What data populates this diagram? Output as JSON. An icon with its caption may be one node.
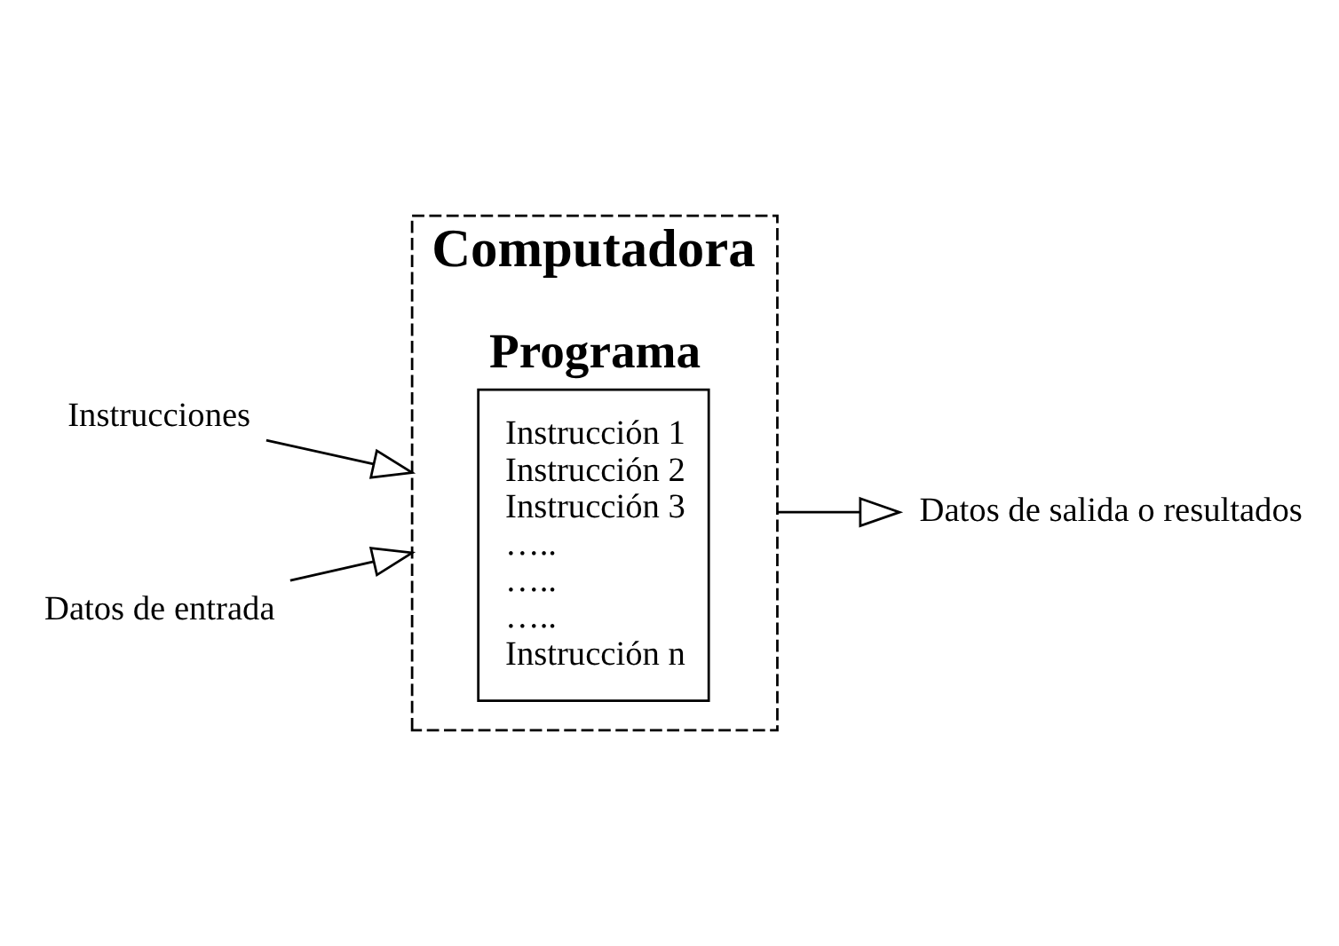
{
  "diagram": {
    "nodes": [
      {
        "text": [
          "Computadora"
        ]
      },
      {
        "text": [
          "Programa",
          "Instrucción 1",
          "Instrucción 2",
          "Instrucción 3",
          "…..",
          "…..",
          "…..",
          "Instrucción n"
        ],
        "in": 0
      },
      {
        "text": [
          "Instrucciones"
        ]
      },
      {
        "text": [
          "Datos de entrada"
        ]
      },
      {
        "text": [
          "Datos de salida o resultados"
        ]
      }
    ],
    "edges": [
      {
        "from": 2,
        "to": 0,
        "arrow": "to"
      },
      {
        "from": 3,
        "to": 0,
        "arrow": "to"
      },
      {
        "from": 0,
        "to": 4,
        "arrow": "to"
      }
    ]
  }
}
